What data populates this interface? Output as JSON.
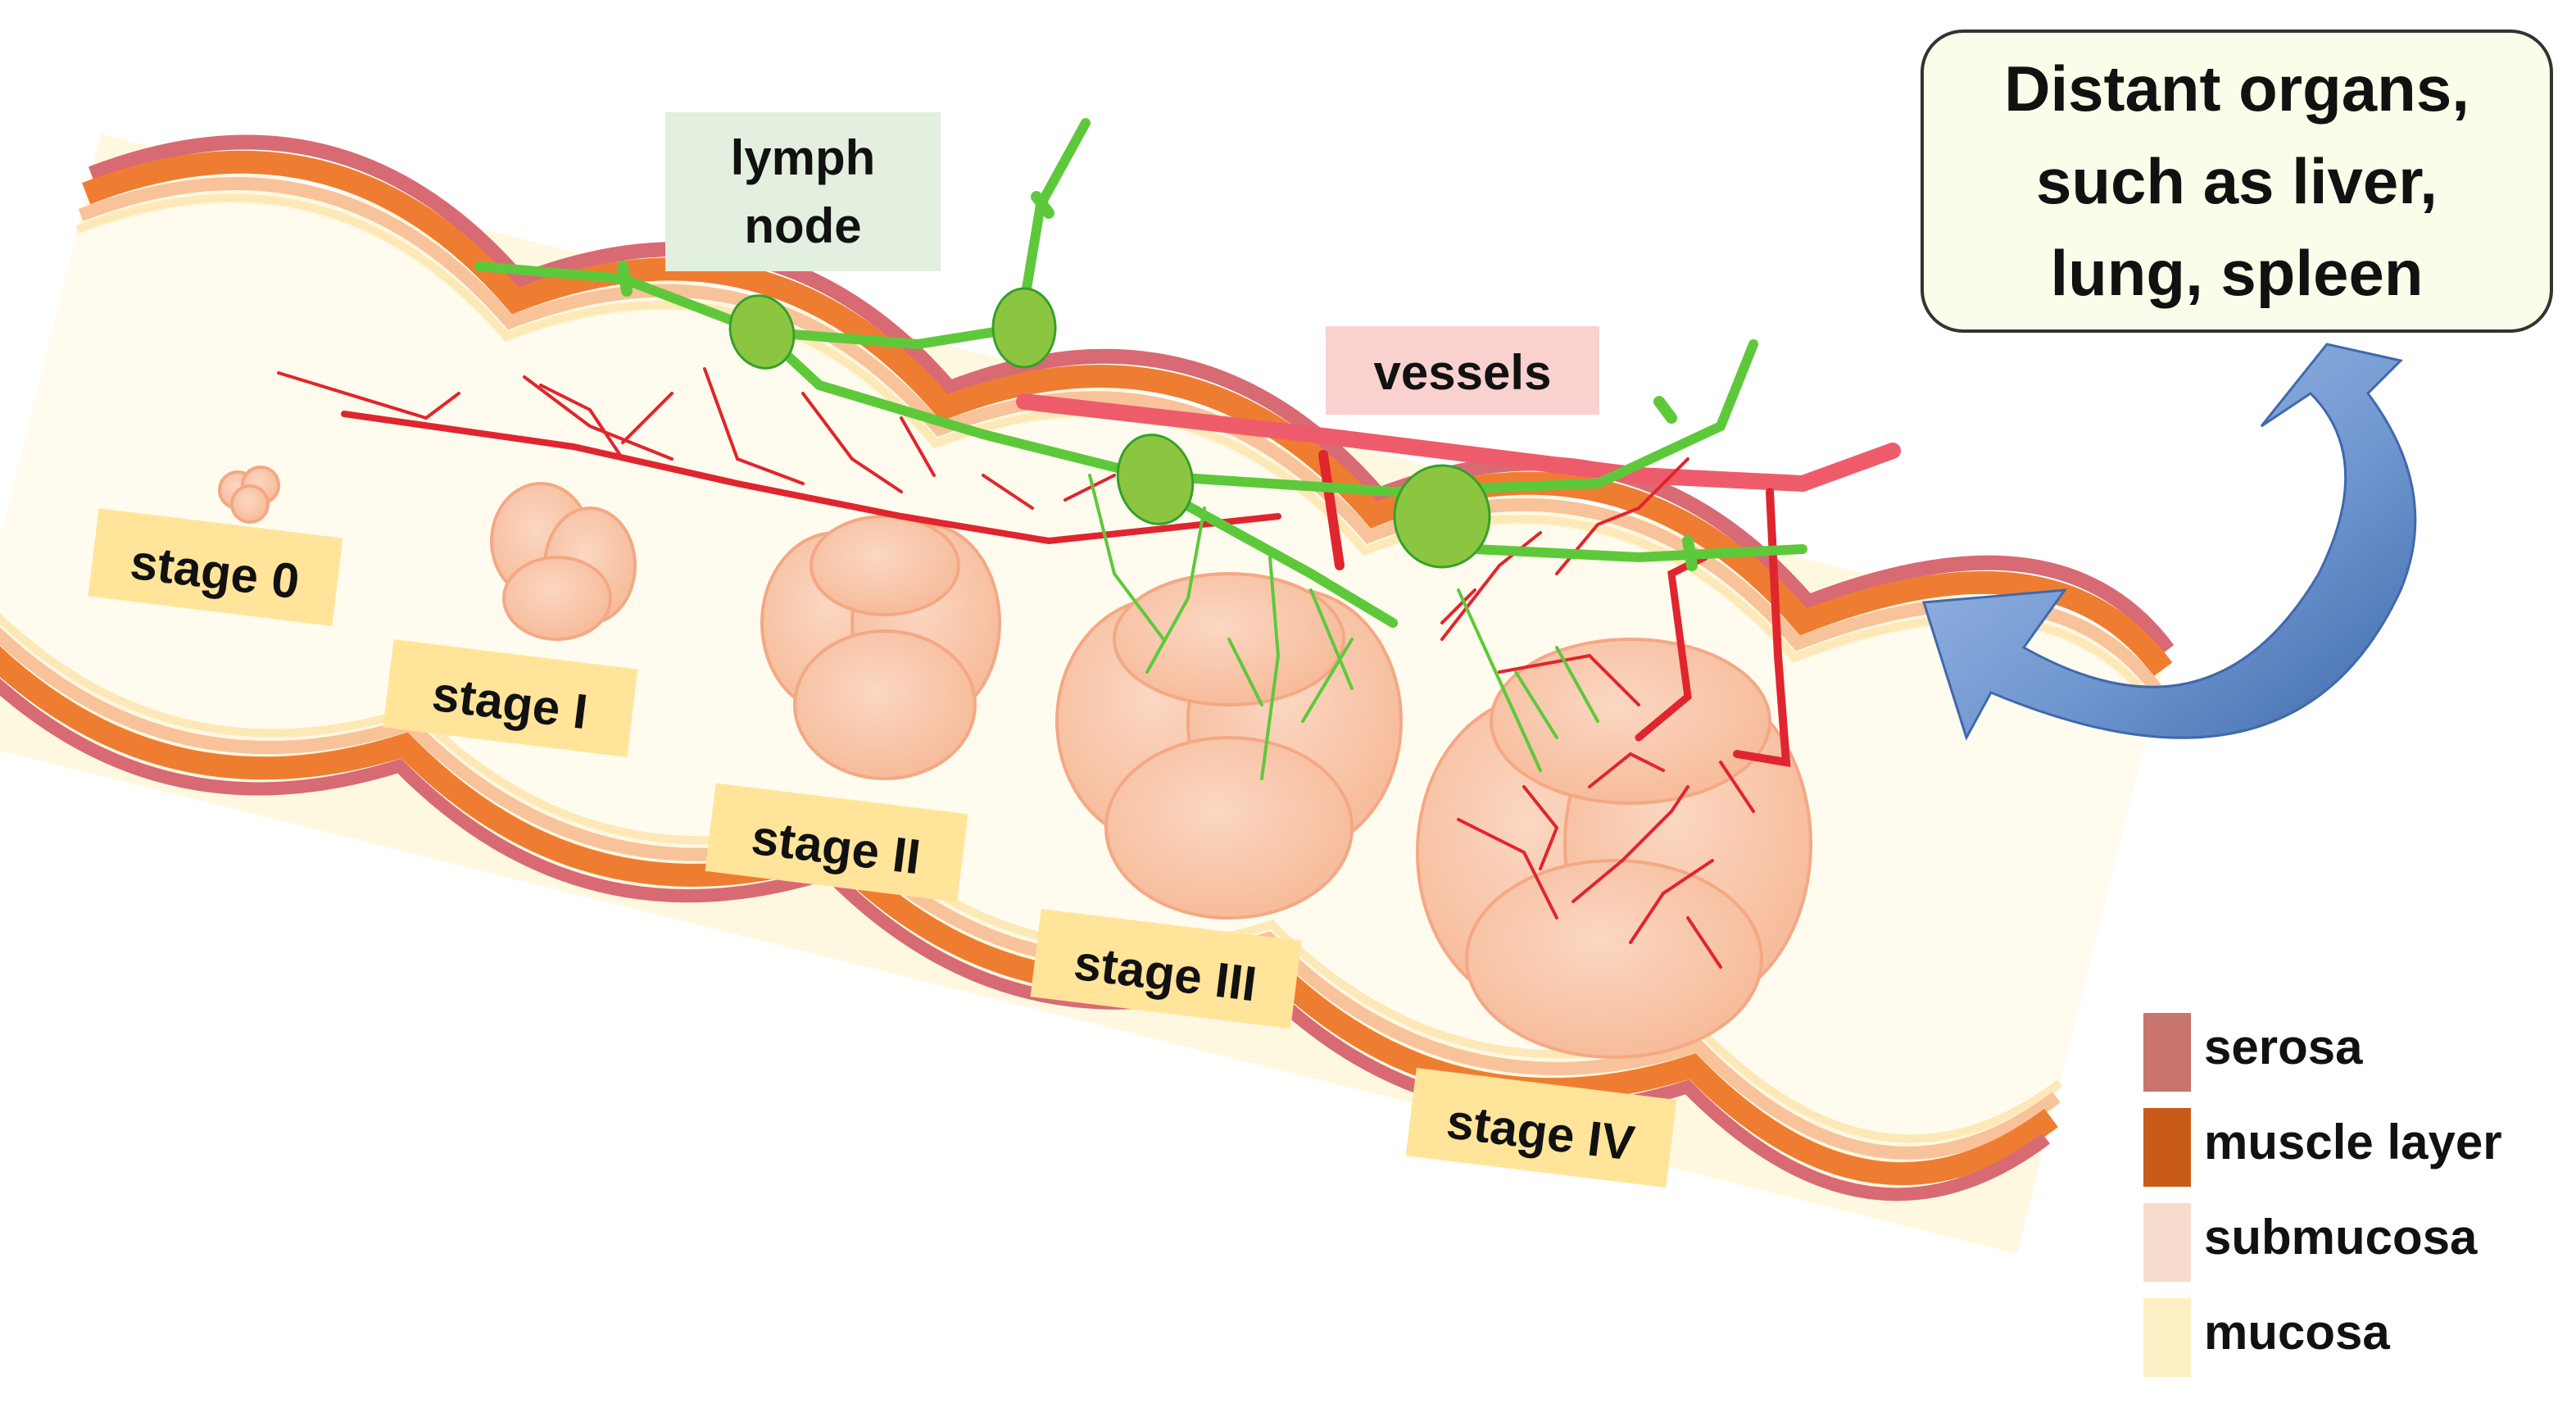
{
  "labels": {
    "lymph_node": [
      "lymph",
      "node"
    ],
    "vessels": "vessels",
    "distant_organs": [
      "Distant organs,",
      "such as liver,",
      "lung, spleen"
    ]
  },
  "stages": [
    "stage 0",
    "stage I",
    "stage II",
    "stage III",
    "stage IV"
  ],
  "legend": [
    {
      "label": "serosa",
      "color": "#c8756e"
    },
    {
      "label": "muscle layer",
      "color": "#c85a17"
    },
    {
      "label": "submucosa",
      "color": "#f7dccd"
    },
    {
      "label": "mucosa",
      "color": "#fdefc4"
    }
  ],
  "colors": {
    "serosa": "#d86a74",
    "muscle": "#ee7d32",
    "submucosa": "#f8c39a",
    "mucosa_bg": "#fff8e1",
    "lumen": "#fffcef",
    "tumor": "#f9c6a6",
    "tumor_edge": "#f4a884",
    "vessel": "#e0252e",
    "vessel_light": "#ee5c6c",
    "lymph": "#5dc93a",
    "lymph_node": "#8cc641",
    "lymph_label_bg": "#e3efdf",
    "vessel_label_bg": "#f9d1cf",
    "organs_box_bg": "#fcfcea",
    "arrow": "#6f96cf",
    "stage_label_bg": "#ffe49a"
  }
}
